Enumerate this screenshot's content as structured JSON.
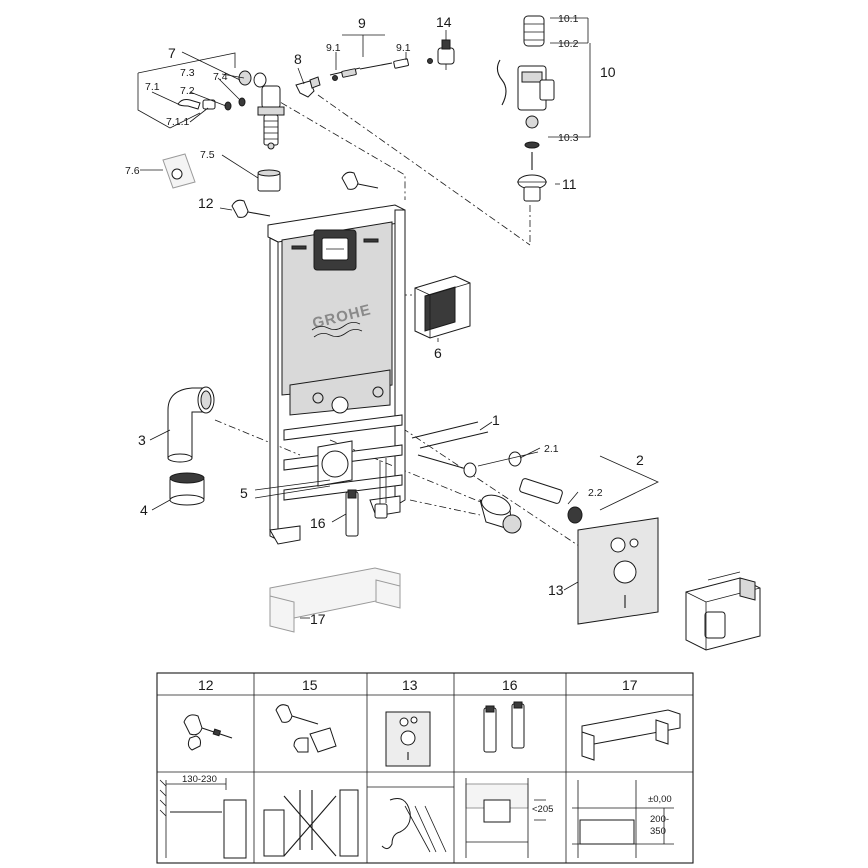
{
  "brand": {
    "logo_text": "GROHE"
  },
  "callouts": {
    "p1": "1",
    "p2": "2",
    "p2_1": "2.1",
    "p2_2": "2.2",
    "p3": "3",
    "p4": "4",
    "p5": "5",
    "p6": "6",
    "p7": "7",
    "p7_1": "7.1",
    "p7_1_1": "7.1.1",
    "p7_2": "7.2",
    "p7_3": "7.3",
    "p7_4": "7.4",
    "p7_5": "7.5",
    "p7_6": "7.6",
    "p8": "8",
    "p9": "9",
    "p9_1a": "9.1",
    "p9_1b": "9.1",
    "p10": "10",
    "p10_1": "10.1",
    "p10_2": "10.2",
    "p10_3": "10.3",
    "p11": "11",
    "p12": "12",
    "p13": "13",
    "p14": "14",
    "p16": "16",
    "p17": "17"
  },
  "accessory_table": {
    "columns": [
      "12",
      "15",
      "13",
      "16",
      "17"
    ],
    "dimensions": {
      "wall_distance": "130-230",
      "height_limit": "<205",
      "floor_level": "±0,00",
      "height_range_top": "200-",
      "height_range_bottom": "350"
    }
  }
}
